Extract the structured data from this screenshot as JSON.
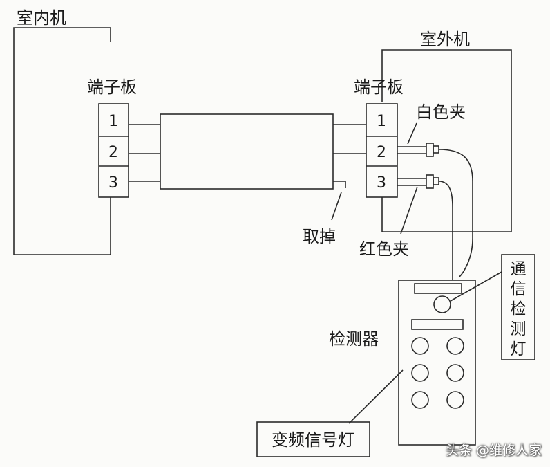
{
  "labels": {
    "indoor_unit": "室内机",
    "outdoor_unit": "室外机",
    "terminal_board_indoor": "端子板",
    "terminal_board_outdoor": "端子板",
    "white_clip": "白色夹",
    "red_clip": "红色夹",
    "remove": "取掉",
    "detector": "检测器",
    "comm_light": [
      "通",
      "信",
      "检",
      "测",
      "灯"
    ],
    "freq_light": "变频信号灯"
  },
  "terminals_indoor": [
    "1",
    "2",
    "3"
  ],
  "terminals_outdoor": [
    "1",
    "2",
    "3"
  ],
  "watermark": "头条 @维修人家",
  "colors": {
    "line": "#2a2a2a",
    "background": "#fbfbf9"
  }
}
